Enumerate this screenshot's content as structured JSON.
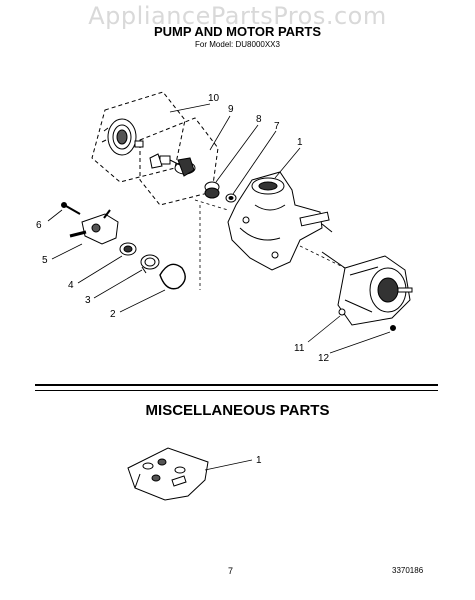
{
  "watermark": "AppliancePartsPros.com",
  "header": {
    "title": "PUMP AND MOTOR PARTS",
    "model_line": "For Model: DU8000XX3"
  },
  "diagram_callouts": [
    "1",
    "2",
    "3",
    "4",
    "5",
    "6",
    "7",
    "8",
    "9",
    "10",
    "11",
    "12"
  ],
  "misc": {
    "title": "MISCELLANEOUS PARTS",
    "callouts": [
      "1"
    ]
  },
  "footer": {
    "page_number": "7",
    "document_number": "3370186"
  }
}
